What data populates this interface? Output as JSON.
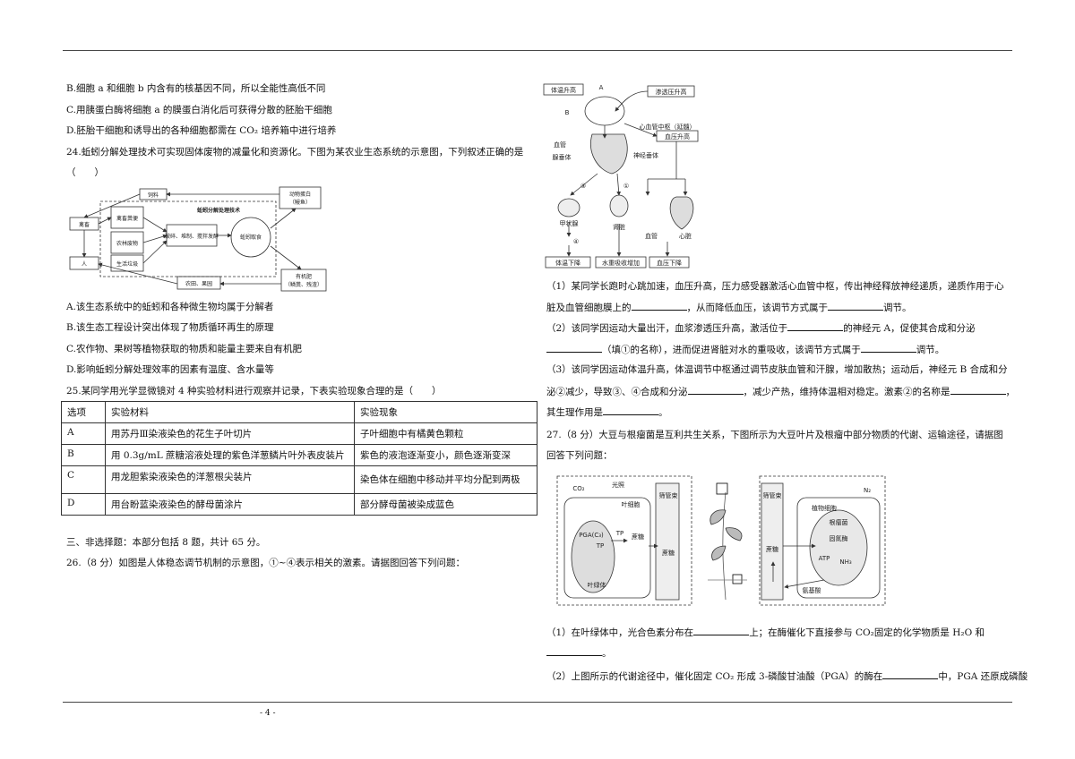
{
  "left": {
    "opt_b": "B.细胞 a 和细胞 b 内含有的核基因不同，所以全能性高低不同",
    "opt_c": "C.用胰蛋白酶将细胞 a 的膜蛋白消化后可获得分散的胚胎干细胞",
    "opt_d": "D.胚胎干细胞和诱导出的各种细胞都需在 CO₂ 培养箱中进行培养",
    "q24": "24.蚯蚓分解处理技术可实现固体废物的减量化和资源化。下图为某农业生态系统的示意图，下列叙述正确的是",
    "q24_paren": "（　　）",
    "q24_fig": {
      "feed": "饲料",
      "animal_protein": "动物蛋白",
      "animal_protein_sub": "（鳗鱼）",
      "livestock": "禽畜",
      "manure": "禽畜粪便",
      "crop_waste": "农林废物",
      "life_garbage": "生活垃圾",
      "tech_title": "蚯蚓分解处理技术",
      "processes": "破碎、堆制、搅拌发酵",
      "earthworm": "蚯蚓取食",
      "human": "人",
      "crops": "农田、果园",
      "fertilizer": "有机肥",
      "fertilizer_sub": "（鳞粪、残渣）"
    },
    "q24_a": "A.该生态系统中的蚯蚓和各种微生物均属于分解者",
    "q24_b": "B.该生态工程设计突出体现了物质循环再生的原理",
    "q24_c": "C.农作物、果树等植物获取的物质和能量主要来自有机肥",
    "q24_d": "D.影响蚯蚓分解处理效率的因素有温度、含水量等",
    "q25": "25.某同学用光学显微镜对 4 种实验材料进行观察并记录，下表实验现象合理的是（　　）",
    "table": {
      "headers": [
        "选项",
        "实验材料",
        "实验现象"
      ],
      "rows": [
        [
          "A",
          "用苏丹Ⅲ染液染色的花生子叶切片",
          "子叶细胞中有橘黄色颗粒"
        ],
        [
          "B",
          "用 0.3g/mL 蔗糖溶液处理的紫色洋葱鳞片叶外表皮装片",
          "紫色的液泡逐渐变小，颜色逐渐变深"
        ],
        [
          "C",
          "用龙胆紫染液染色的洋葱根尖装片",
          "染色体在细胞中移动并平均分配到两极"
        ],
        [
          "D",
          "用台盼蓝染液染色的酵母菌涂片",
          "部分酵母菌被染成蓝色"
        ]
      ]
    },
    "section3": "三、非选择题：本部分包括 8 题，共计 65 分。",
    "q26": "26.（8 分）如图是人体稳态调节机制的示意图，①~④表示相关的激素。请据图回答下列问题："
  },
  "right": {
    "fig26": {
      "temp_up": "体温升高",
      "osmotic_up": "渗透压升高",
      "a": "A",
      "b": "B",
      "cv_center": "心血管中枢（延髓）",
      "bp_up": "血压升高",
      "vessel": "血管",
      "pituitary": "腺垂体",
      "neurohyp": "神经垂体",
      "n3": "③",
      "n1": "①",
      "n4": "④",
      "thyroid": "甲状腺",
      "kidney": "肾脏",
      "vessel2": "血管",
      "heart": "心脏",
      "temp_down": "体温下降",
      "water_up": "水重吸收增加",
      "bp_down": "血压下降"
    },
    "q26_1a": "（1）某同学长跑时心跳加速，血压升高，压力感受器激活心血管中枢，传出神经释放神经递质，递质作用于心",
    "q26_1b_pre": "脏及血管细胞膜上的",
    "q26_1b_mid": "，从而降低血压，该调节方式属于",
    "q26_1b_post": "调节。",
    "q26_2a_pre": "（2）该同学因运动大量出汗，血浆渗透压升高，激活位于",
    "q26_2a_post": "的神经元 A，促使其合成和分泌",
    "q26_2b_mid": "（填①的名称），进而促进肾脏对水的重吸收，该调节方式属于",
    "q26_2b_post": "调节。",
    "q26_3a": "（3）该同学因运动体温升高，体温调节中枢通过调节皮肤血管和汗腺，增加散热；运动后，神经元 B 合成和分",
    "q26_3b_pre": "泌②减少，导致③、④合成和分泌",
    "q26_3b_mid": "，减少产热，维持体温相对稳定。激素②的名称是",
    "q26_3b_post": "，",
    "q26_3c_pre": "其生理作用是",
    "q26_3c_post": "。",
    "q27a": "27.（8 分）大豆与根瘤菌是互利共生关系，下图所示为大豆叶片及根瘤中部分物质的代谢、运输途径，请据图",
    "q27b": "回答下列问题：",
    "fig27": {
      "co2": "CO₂",
      "light": "光照",
      "leaf_cell": "叶细胞",
      "pga": "PGA(C₃)",
      "tp": "TP",
      "tp2": "TP",
      "sucrose": "蔗糖",
      "sucrose2": "蔗糖",
      "sieve": "筛管束",
      "chloroplast": "叶绿体",
      "sieve2": "筛管束",
      "sucrose3": "蔗糖",
      "plant_cell": "植物细胞",
      "n2": "N₂",
      "rhizobium": "根瘤菌",
      "nitrogenase": "固氮酶",
      "atp": "ATP",
      "nh3": "NH₃",
      "amino": "氨基酸"
    },
    "q27_1_pre": "（1）在叶绿体中，光合色素分布在",
    "q27_1_mid": "上；在酶催化下直接参与 CO₂固定的化学物质是 H₂O 和",
    "q27_1b_post": "。",
    "q27_2_pre": "（2）上图所示的代谢途径中，催化固定 CO₂ 形成 3-磷酸甘油酸（PGA）的酶在",
    "q27_2_post": "中，PGA 还原成磷酸"
  },
  "footer": {
    "page": "- 4 -"
  }
}
